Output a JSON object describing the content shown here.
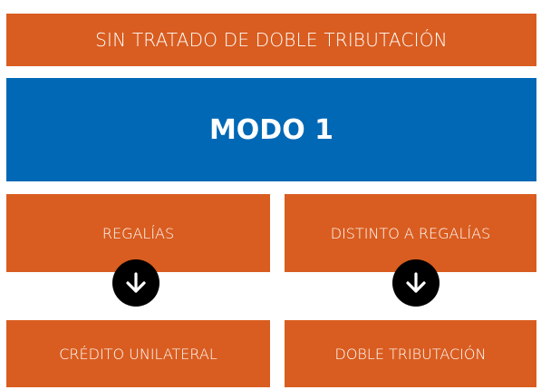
{
  "header": {
    "label": "SIN TRATADO DE DOBLE TRIBUTACIÓN"
  },
  "mode": {
    "label": "MODO 1"
  },
  "branches": [
    {
      "top_label": "REGALÍAS",
      "bottom_label": "CRÉDITO UNILATERAL"
    },
    {
      "top_label": "DISTINTO A REGALÍAS",
      "bottom_label": "DOBLE TRIBUTACIÓN"
    }
  ],
  "colors": {
    "orange": "#d95d20",
    "blue": "#0068b5",
    "arrow_circle": "#000000",
    "text": "#ffffff"
  },
  "icons": {
    "connector": "arrow-down-icon"
  }
}
